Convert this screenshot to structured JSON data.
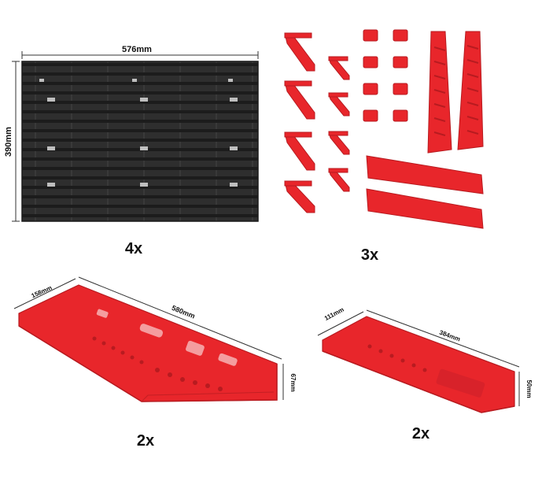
{
  "panel": {
    "width_label": "576mm",
    "height_label": "390mm",
    "quantity": "4x"
  },
  "hooks": {
    "quantity": "3x"
  },
  "shelf_large": {
    "width_label": "580mm",
    "depth_label": "158mm",
    "height_label": "67mm",
    "quantity": "2x"
  },
  "shelf_small": {
    "width_label": "384mm",
    "depth_label": "111mm",
    "height_label": "50mm",
    "quantity": "2x"
  },
  "colors": {
    "panel": "#2b2b2b",
    "plastic_red": "#e8262b",
    "plastic_red_dark": "#b81b20"
  }
}
